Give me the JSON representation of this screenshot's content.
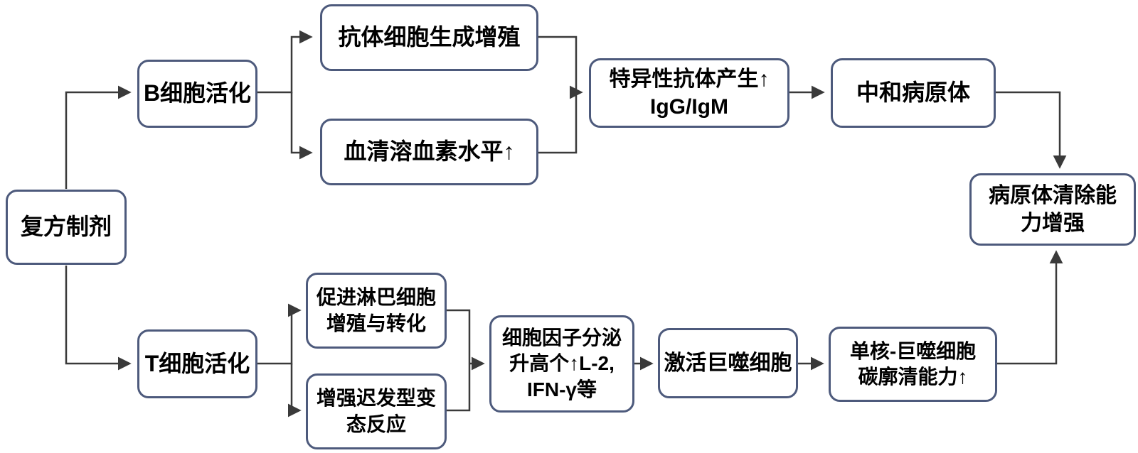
{
  "diagram": {
    "colors": {
      "box_border": "#4d5a7c",
      "box_fill": "#ffffff",
      "line": "#3a3a3a",
      "text": "#000000"
    },
    "nodes": {
      "compound": {
        "label": "复方制剂"
      },
      "b_cell": {
        "label": "B细胞活化"
      },
      "antibody_gen": {
        "label": "抗体细胞生成增殖"
      },
      "serum_hemolysin": {
        "label": "血清溶血素水平↑"
      },
      "specific_antibody": {
        "label": "特异性抗体产生↑\nIgG/IgM"
      },
      "neutralize": {
        "label": "中和病原体"
      },
      "clearance": {
        "label": "病原体清除能\n力增强"
      },
      "t_cell": {
        "label": "T细胞活化"
      },
      "lymphocyte": {
        "label": "促进淋巴细胞\n增殖与转化"
      },
      "delayed_hypersensitivity": {
        "label": "增强迟发型变\n态反应"
      },
      "cytokine": {
        "label": "细胞因子分泌\n升高个↑L-2,\nIFN-γ等"
      },
      "macrophage": {
        "label": "激活巨噬细胞"
      },
      "carbon_clearance": {
        "label": "单核-巨噬细胞\n碳廓清能力↑"
      }
    }
  }
}
